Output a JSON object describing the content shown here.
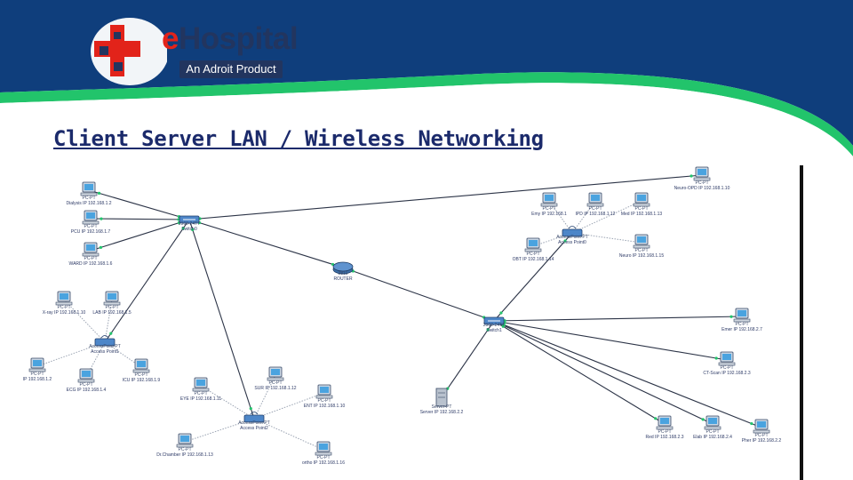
{
  "brand": {
    "prefix": "e",
    "name": "Hospital",
    "tagline": "An Adroit Product"
  },
  "title": "Client Server LAN / Wireless Networking",
  "colors": {
    "header_blue": "#0f3e7c",
    "accent_green": "#22c46b",
    "title": "#1b2a6b",
    "link": "#2c3447",
    "wireless": "#9aa3b2"
  },
  "devices": [
    {
      "label": "Dialysis IP 192.168.1.2",
      "type": "PC-PT"
    },
    {
      "label": "PCU IP 192.168.1.7",
      "type": "PC-PT"
    },
    {
      "label": "WARD IP 192.168.1.6",
      "type": "PC-PT"
    },
    {
      "label": "Switch0",
      "type": "2960-24TT"
    },
    {
      "label": "ROUTER",
      "type": "2811"
    },
    {
      "label": "Switch1",
      "type": "2960-24TT"
    },
    {
      "label": "X-ray IP 192.168.1.10",
      "type": "PC-PT"
    },
    {
      "label": "LAB IP 192.168.1.5",
      "type": "PC-PT"
    },
    {
      "label": "Access Point1",
      "type": "AccessPoint-PT"
    },
    {
      "label": "IP 192.168.1.2",
      "type": "PC-PT"
    },
    {
      "label": "ECG IP 192.168.1.4",
      "type": "PC-PT"
    },
    {
      "label": "ICU IP 192.168.1.9",
      "type": "PC-PT"
    },
    {
      "label": "Access Point2",
      "type": "AccessPoint-PT"
    },
    {
      "label": "EYE IP 192.168.1.11",
      "type": "PC-PT"
    },
    {
      "label": "SUR IP 192.168.1.12",
      "type": "PC-PT"
    },
    {
      "label": "ENT IP 192.168.1.10",
      "type": "PC-PT"
    },
    {
      "label": "Dr.Chamber IP 192.168.1.13",
      "type": "PC-PT"
    },
    {
      "label": "ortho IP 192.168.1.16",
      "type": "PC-PT"
    },
    {
      "label": "Access Point0",
      "type": "AccessPoint-PT"
    },
    {
      "label": "Emy IP 192.168.1",
      "type": "PC-PT"
    },
    {
      "label": "IPD IP 192.168.1.12",
      "type": "PC-PT"
    },
    {
      "label": "Med IP 192.168.1.13",
      "type": "PC-PT"
    },
    {
      "label": "Neuro-OPD IP 192.168.1.10",
      "type": "PC-PT"
    },
    {
      "label": "OBT IP 192.168.1.14",
      "type": "PC-PT"
    },
    {
      "label": "Neuro IP 192.168.1.15",
      "type": "PC-PT"
    },
    {
      "label": "Emer IP 192.168.2.7",
      "type": "PC-PT"
    },
    {
      "label": "CT-Scan IP 192.168.2.3",
      "type": "PC-PT"
    },
    {
      "label": "Server IP 192.168.2.2",
      "type": "Server-PT"
    },
    {
      "label": "Red IP 192.168.2.3",
      "type": "PC-PT"
    },
    {
      "label": "Elab IP 192.168.2.4",
      "type": "PC-PT"
    },
    {
      "label": "Pher IP 192.168.2.2",
      "type": "PC-PT"
    }
  ]
}
